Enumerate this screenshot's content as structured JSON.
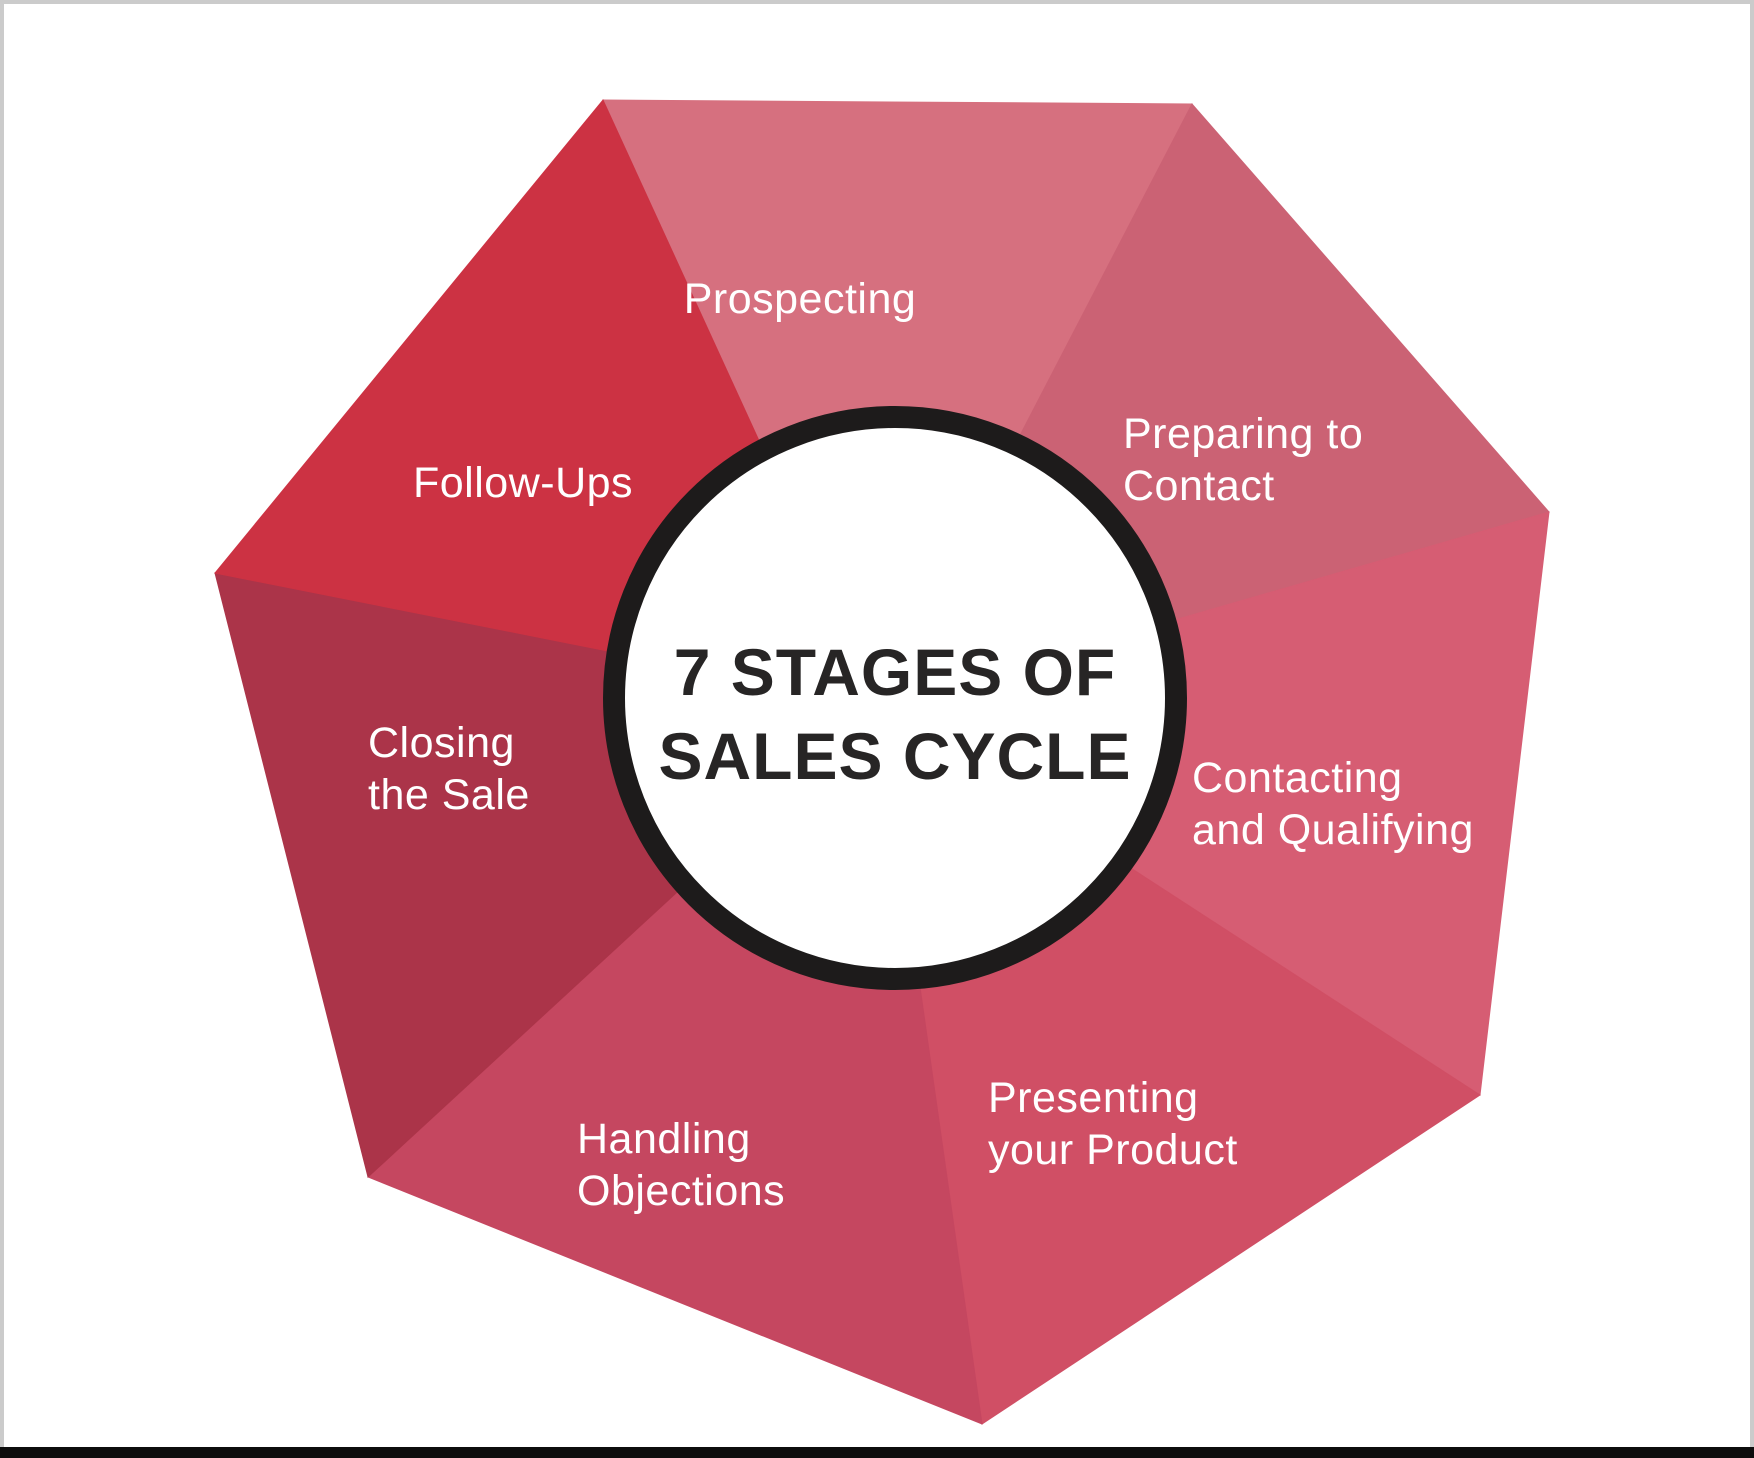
{
  "title": {
    "text": "7 STAGES OF\nSALES CYCLE"
  },
  "stages": [
    {
      "label": "Prospecting",
      "color": "#d6707f"
    },
    {
      "label": "Preparing to\nContact",
      "color": "#cb6274"
    },
    {
      "label": "Contacting\nand Qualifying",
      "color": "#d65d73"
    },
    {
      "label": "Presenting\nyour Product",
      "color": "#d04f65"
    },
    {
      "label": "Handling\nObjections",
      "color": "#c54760"
    },
    {
      "label": "Closing\nthe Sale",
      "color": "#ab3449"
    },
    {
      "label": "Follow-Ups",
      "color": "#cc3243"
    }
  ],
  "colors": {
    "background": "#ffffff",
    "frame_border": "#cbcbcb",
    "bottom_bar": "#0d0d0d",
    "ring": "#1d1b1b",
    "circle_fill": "#ffffff",
    "label_text": "#ffffff",
    "title_text": "#272525"
  }
}
